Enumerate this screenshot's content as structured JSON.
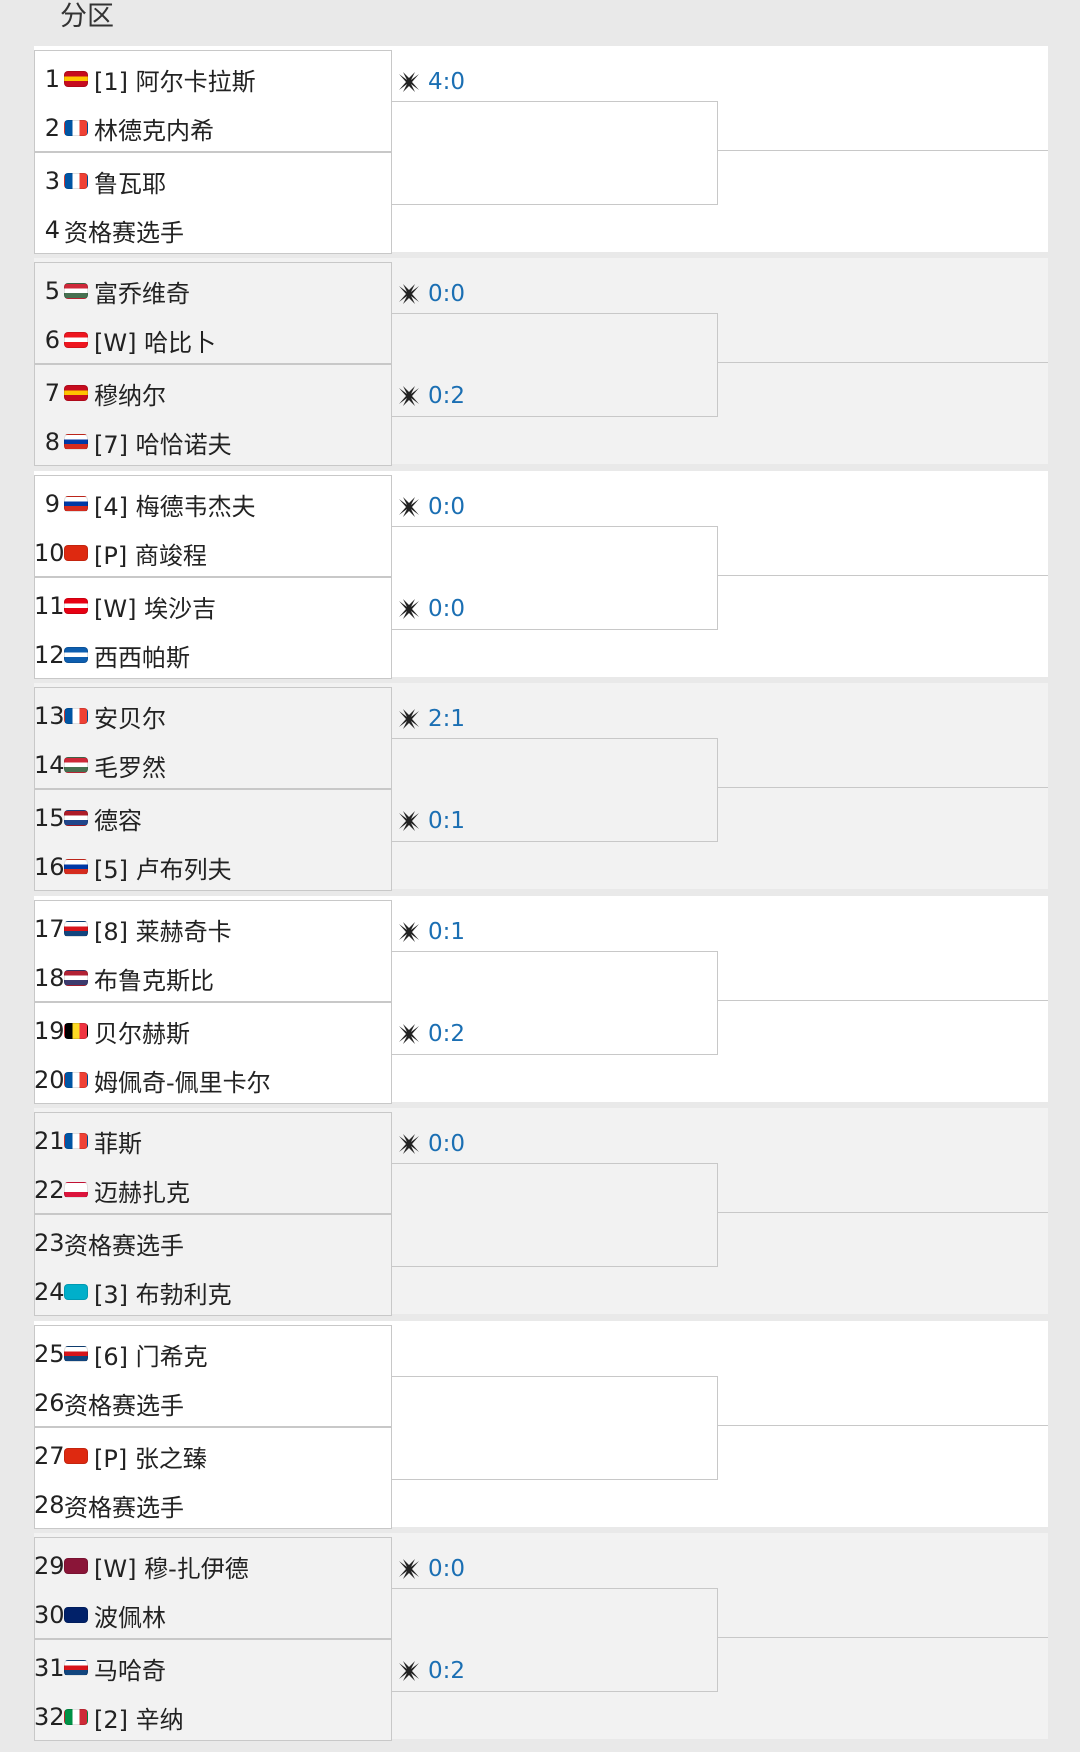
{
  "header": "分区",
  "groups": [
    {
      "players": [
        {
          "seed": "1",
          "flag": [
            "#c60b1e",
            "#ffc400",
            "#c60b1e"
          ],
          "dir": "h",
          "text": "[1] 阿尔卡拉斯"
        },
        {
          "seed": "2",
          "flag": [
            "#0055a4",
            "#ffffff",
            "#ef4135"
          ],
          "dir": "v",
          "text": "林德克内希"
        },
        {
          "seed": "3",
          "flag": [
            "#0055a4",
            "#ffffff",
            "#ef4135"
          ],
          "dir": "v",
          "text": "鲁瓦耶"
        },
        {
          "seed": "4",
          "flag": null,
          "text": "资格赛选手"
        }
      ],
      "scores": [
        "4:0",
        ""
      ]
    },
    {
      "players": [
        {
          "seed": "5",
          "flag": [
            "#ce2939",
            "#ffffff",
            "#477050"
          ],
          "dir": "h",
          "text": "富乔维奇"
        },
        {
          "seed": "6",
          "flag": [
            "#ee161f",
            "#ffffff",
            "#ee161f"
          ],
          "dir": "h",
          "text": "[W] 哈比卜"
        },
        {
          "seed": "7",
          "flag": [
            "#c60b1e",
            "#ffc400",
            "#c60b1e"
          ],
          "dir": "h",
          "text": "穆纳尔"
        },
        {
          "seed": "8",
          "flag": [
            "#ffffff",
            "#0039a6",
            "#d52b1e"
          ],
          "dir": "h",
          "text": "[7] 哈恰诺夫"
        }
      ],
      "scores": [
        "0:0",
        "0:2"
      ]
    },
    {
      "players": [
        {
          "seed": "9",
          "flag": [
            "#ffffff",
            "#0039a6",
            "#d52b1e"
          ],
          "dir": "h",
          "text": "[4] 梅德韦杰夫"
        },
        {
          "seed": "10",
          "flag": [
            "#de2910",
            "#de2910",
            "#de2910"
          ],
          "dir": "h",
          "text": "[P] 商竣程"
        },
        {
          "seed": "11",
          "flag": [
            "#e70013",
            "#ffffff",
            "#e70013"
          ],
          "dir": "h",
          "text": "[W] 埃沙吉"
        },
        {
          "seed": "12",
          "flag": [
            "#0d5eaf",
            "#ffffff",
            "#0d5eaf"
          ],
          "dir": "h",
          "text": "西西帕斯"
        }
      ],
      "scores": [
        "0:0",
        "0:0"
      ]
    },
    {
      "players": [
        {
          "seed": "13",
          "flag": [
            "#0055a4",
            "#ffffff",
            "#ef4135"
          ],
          "dir": "v",
          "text": "安贝尔"
        },
        {
          "seed": "14",
          "flag": [
            "#ce2939",
            "#ffffff",
            "#477050"
          ],
          "dir": "h",
          "text": "毛罗然"
        },
        {
          "seed": "15",
          "flag": [
            "#ae1c28",
            "#ffffff",
            "#21468b"
          ],
          "dir": "h",
          "text": "德容"
        },
        {
          "seed": "16",
          "flag": [
            "#ffffff",
            "#0039a6",
            "#d52b1e"
          ],
          "dir": "h",
          "text": "[5] 卢布列夫"
        }
      ],
      "scores": [
        "2:1",
        "0:1"
      ]
    },
    {
      "players": [
        {
          "seed": "17",
          "flag": [
            "#ffffff",
            "#d7141a",
            "#11457e"
          ],
          "dir": "h",
          "text": "[8] 莱赫奇卡"
        },
        {
          "seed": "18",
          "flag": [
            "#b22234",
            "#ffffff",
            "#3c3b6e"
          ],
          "dir": "h",
          "text": "布鲁克斯比"
        },
        {
          "seed": "19",
          "flag": [
            "#000000",
            "#fdda24",
            "#ef3340"
          ],
          "dir": "v",
          "text": "贝尔赫斯"
        },
        {
          "seed": "20",
          "flag": [
            "#0055a4",
            "#ffffff",
            "#ef4135"
          ],
          "dir": "v",
          "text": "姆佩奇-佩里卡尔"
        }
      ],
      "scores": [
        "0:1",
        "0:2"
      ]
    },
    {
      "players": [
        {
          "seed": "21",
          "flag": [
            "#0055a4",
            "#ffffff",
            "#ef4135"
          ],
          "dir": "v",
          "text": "菲斯"
        },
        {
          "seed": "22",
          "flag": [
            "#ffffff",
            "#ffffff",
            "#dc143c"
          ],
          "dir": "h",
          "text": "迈赫扎克"
        },
        {
          "seed": "23",
          "flag": null,
          "text": "资格赛选手"
        },
        {
          "seed": "24",
          "flag": [
            "#00afca",
            "#00afca",
            "#00afca"
          ],
          "dir": "h",
          "text": "[3] 布勃利克"
        }
      ],
      "scores": [
        "0:0",
        ""
      ]
    },
    {
      "players": [
        {
          "seed": "25",
          "flag": [
            "#ffffff",
            "#d7141a",
            "#11457e"
          ],
          "dir": "h",
          "text": "[6] 门希克"
        },
        {
          "seed": "26",
          "flag": null,
          "text": "资格赛选手"
        },
        {
          "seed": "27",
          "flag": [
            "#de2910",
            "#de2910",
            "#de2910"
          ],
          "dir": "h",
          "text": "[P] 张之臻"
        },
        {
          "seed": "28",
          "flag": null,
          "text": "资格赛选手"
        }
      ],
      "scores": [
        "",
        ""
      ]
    },
    {
      "players": [
        {
          "seed": "29",
          "flag": [
            "#8a1538",
            "#8a1538",
            "#8a1538"
          ],
          "dir": "h",
          "text": "[W] 穆-扎伊德"
        },
        {
          "seed": "30",
          "flag": [
            "#012169",
            "#012169",
            "#012169"
          ],
          "dir": "h",
          "text": "波佩林"
        },
        {
          "seed": "31",
          "flag": [
            "#ffffff",
            "#d7141a",
            "#11457e"
          ],
          "dir": "h",
          "text": "马哈奇"
        },
        {
          "seed": "32",
          "flag": [
            "#009246",
            "#ffffff",
            "#ce2b37"
          ],
          "dir": "v",
          "text": "[2] 辛纳"
        }
      ],
      "scores": [
        "0:0",
        "0:2"
      ]
    }
  ]
}
